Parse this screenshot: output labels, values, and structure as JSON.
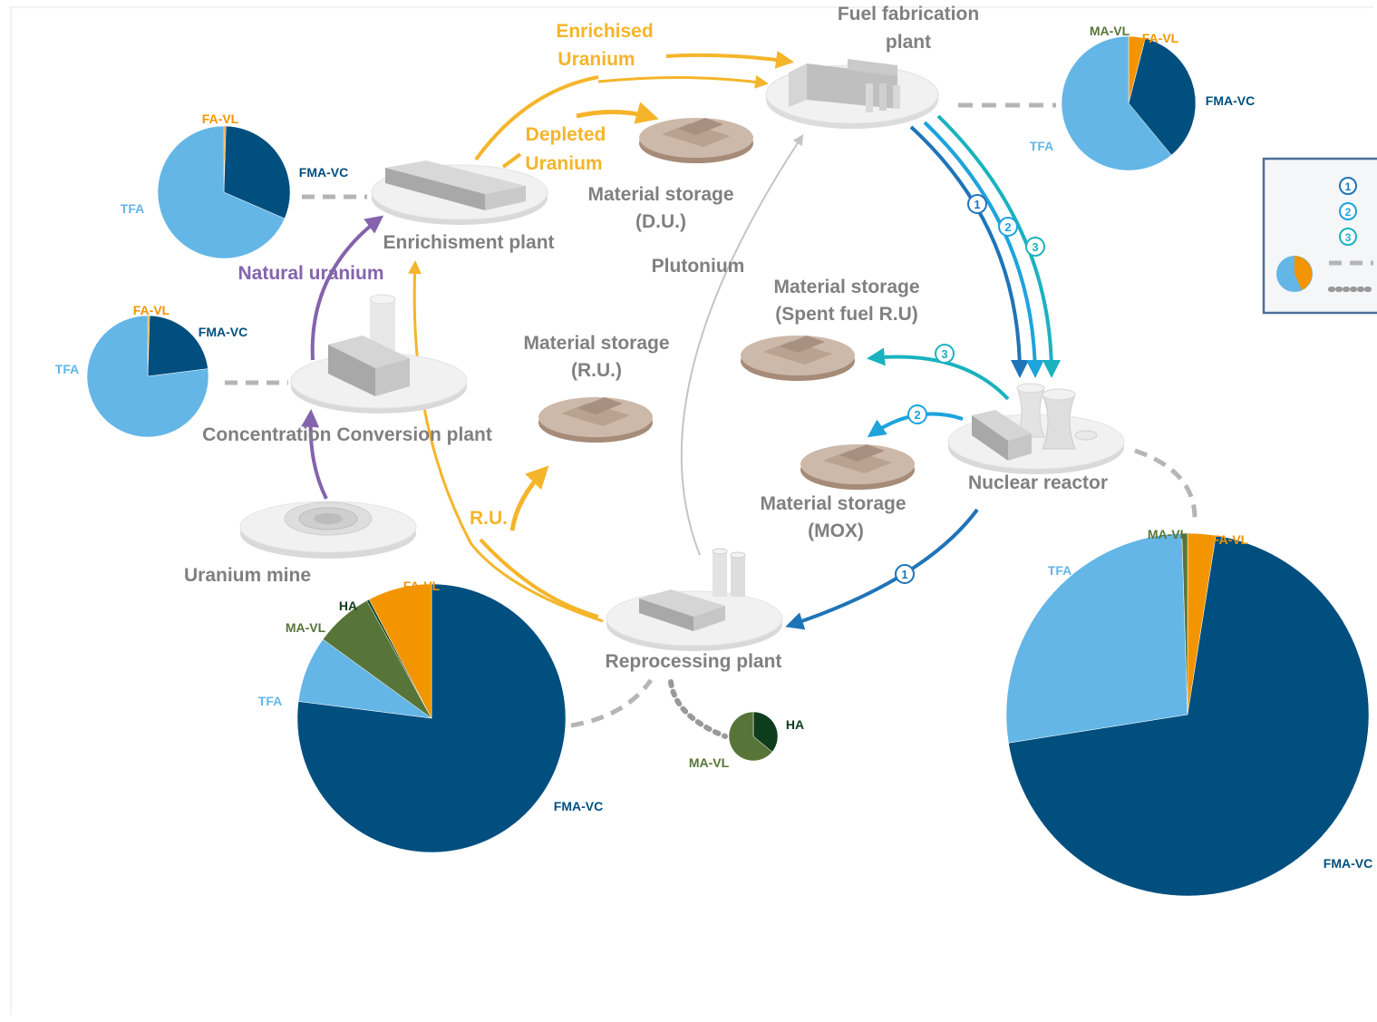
{
  "colors": {
    "FMA-VC": "#004f7f",
    "TFA": "#63b6e6",
    "FA-VL": "#f29500",
    "MA-VL": "#577538",
    "HA": "#0e3d1c",
    "gold": "#f5b52a",
    "purple": "#8464ad",
    "flow1": "#1f74b8",
    "flow2": "#1ea3dd",
    "flow3": "#1ab2bf",
    "gray_text": "#808080"
  },
  "facilities": {
    "fuel_fabrication": [
      "Fuel fabrication",
      "plant"
    ],
    "enrichment": "Enrichisment plant",
    "concentration": "Concentration Conversion plant",
    "mine": "Uranium mine",
    "reactor": "Nuclear reactor",
    "reprocessing": "Reprocessing plant",
    "storage_du": [
      "Material storage",
      "(D.U.)"
    ],
    "storage_ru": [
      "Material storage",
      "(R.U.)"
    ],
    "storage_spent": [
      "Material storage",
      "(Spent fuel R.U)"
    ],
    "storage_mox": [
      "Material storage",
      "(MOX)"
    ]
  },
  "flows": {
    "enriched": [
      "Enrichised",
      "Uranium"
    ],
    "depleted": [
      "Depleted",
      "Uranium"
    ],
    "natural": "Natural uranium",
    "plutonium": "Plutonium",
    "ru": "R.U."
  },
  "route_badges": [
    "1",
    "2",
    "3"
  ],
  "legend": {
    "badges": [
      "1",
      "2",
      "3"
    ]
  },
  "chart_data": [
    {
      "type": "pie",
      "id": "fuel-fabrication-waste",
      "slices": [
        {
          "label": "FA-VL",
          "value": 4
        },
        {
          "label": "FMA-VC",
          "value": 35
        },
        {
          "label": "TFA",
          "value": 61
        }
      ],
      "extra_labels": [
        "MA-VL"
      ]
    },
    {
      "type": "pie",
      "id": "enrichment-waste",
      "slices": [
        {
          "label": "FA-VL",
          "value": 0.5
        },
        {
          "label": "FMA-VC",
          "value": 31
        },
        {
          "label": "TFA",
          "value": 68.5
        }
      ]
    },
    {
      "type": "pie",
      "id": "conversion-waste",
      "slices": [
        {
          "label": "FA-VL",
          "value": 0.5
        },
        {
          "label": "FMA-VC",
          "value": 22.5
        },
        {
          "label": "TFA",
          "value": 77
        }
      ]
    },
    {
      "type": "pie",
      "id": "reprocessing-waste",
      "slices": [
        {
          "label": "FMA-VC",
          "value": 77
        },
        {
          "label": "TFA",
          "value": 8
        },
        {
          "label": "MA-VL",
          "value": 7
        },
        {
          "label": "HA",
          "value": 0.3
        },
        {
          "label": "FA-VL",
          "value": 7.7
        }
      ]
    },
    {
      "type": "pie",
      "id": "reprocessing-high-level",
      "slices": [
        {
          "label": "HA",
          "value": 36
        },
        {
          "label": "MA-VL",
          "value": 64
        }
      ]
    },
    {
      "type": "pie",
      "id": "reactor-waste",
      "slices": [
        {
          "label": "FA-VL",
          "value": 2.5
        },
        {
          "label": "FMA-VC",
          "value": 70
        },
        {
          "label": "TFA",
          "value": 27
        },
        {
          "label": "MA-VL",
          "value": 0.5
        }
      ]
    }
  ]
}
